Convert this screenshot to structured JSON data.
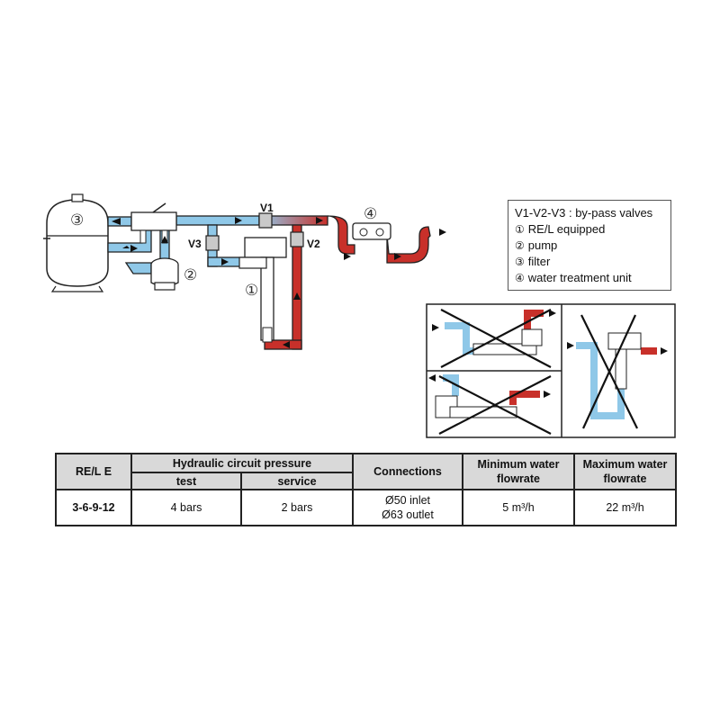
{
  "diagram": {
    "valve_labels": [
      "V1",
      "V2",
      "V3"
    ],
    "component_numbers": [
      "③",
      "②",
      "①",
      "④"
    ],
    "colors": {
      "cold_water": "#8fc8e8",
      "hot_water": "#c8302a",
      "outline": "#222222"
    }
  },
  "legend": {
    "title": "V1-V2-V3 : by-pass valves",
    "items": [
      {
        "symbol": "①",
        "text": "RE/L equipped"
      },
      {
        "symbol": "②",
        "text": "pump"
      },
      {
        "symbol": "③",
        "text": "filter"
      },
      {
        "symbol": "④",
        "text": "water treatment unit"
      }
    ]
  },
  "wrong_installations": {
    "count": 3,
    "marker": "cross-out"
  },
  "spec_table": {
    "headers": {
      "model": "RE/L E",
      "pressure_group": "Hydraulic circuit pressure",
      "pressure_test": "test",
      "pressure_service": "service",
      "connections": "Connections",
      "min_flow": "Minimum water flowrate",
      "max_flow": "Maximum water flowrate"
    },
    "row": {
      "model": "3-6-9-12",
      "test": "4 bars",
      "service": "2 bars",
      "connections_inlet": "Ø50 inlet",
      "connections_outlet": "Ø63 outlet",
      "min_flow": "5 m³/h",
      "max_flow": "22 m³/h"
    }
  }
}
